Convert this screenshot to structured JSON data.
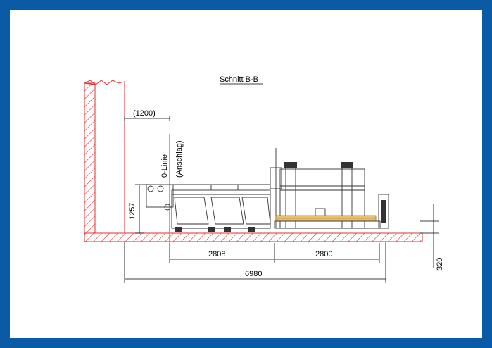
{
  "drawing": {
    "section_title": "Schnitt B-B",
    "zero_line_label": "0-Linie",
    "zero_line_sub": "(Anschlag)",
    "dim_1200": "(1200)",
    "dim_1257": "1257",
    "dim_2808": "2808",
    "dim_2800": "2800",
    "dim_6980": "6980",
    "dim_320": "320",
    "colors": {
      "frame": "#0a5aa6",
      "hatch": "#e03030",
      "zero_line": "#00b0b0",
      "wood": "#e8c070"
    }
  }
}
